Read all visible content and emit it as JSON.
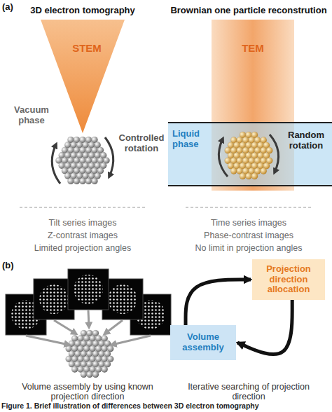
{
  "diagram": {
    "caption": "Figure 1. Brief illustration of differences between 3D electron tomography",
    "nodes": [
      {
        "text": [
          "STEM"
        ]
      },
      {
        "text": [
          "TEM"
        ]
      },
      {
        "text": [
          "Liquid phase"
        ]
      },
      {
        "text": [
          "Projection direction allocation"
        ]
      },
      {
        "text": [
          "Volume assembly"
        ]
      }
    ],
    "edges": [
      {
        "from": 4,
        "to": 3,
        "arrow": "to"
      },
      {
        "from": 3,
        "to": 4,
        "arrow": "to"
      }
    ],
    "labels": [
      "(a)",
      "3D electron tomography",
      "Brownian one particle reconstrution",
      "Vacuum phase",
      "Controlled rotation",
      "Random rotation",
      "Tilt series images",
      "Z-contrast images",
      "Limited projection angles",
      "Time series images",
      "Phase-contrast images",
      "No limit in projection angles",
      "(b)",
      "Volume assembly by using known projection direction",
      "Iterative searching of projection direction"
    ]
  }
}
